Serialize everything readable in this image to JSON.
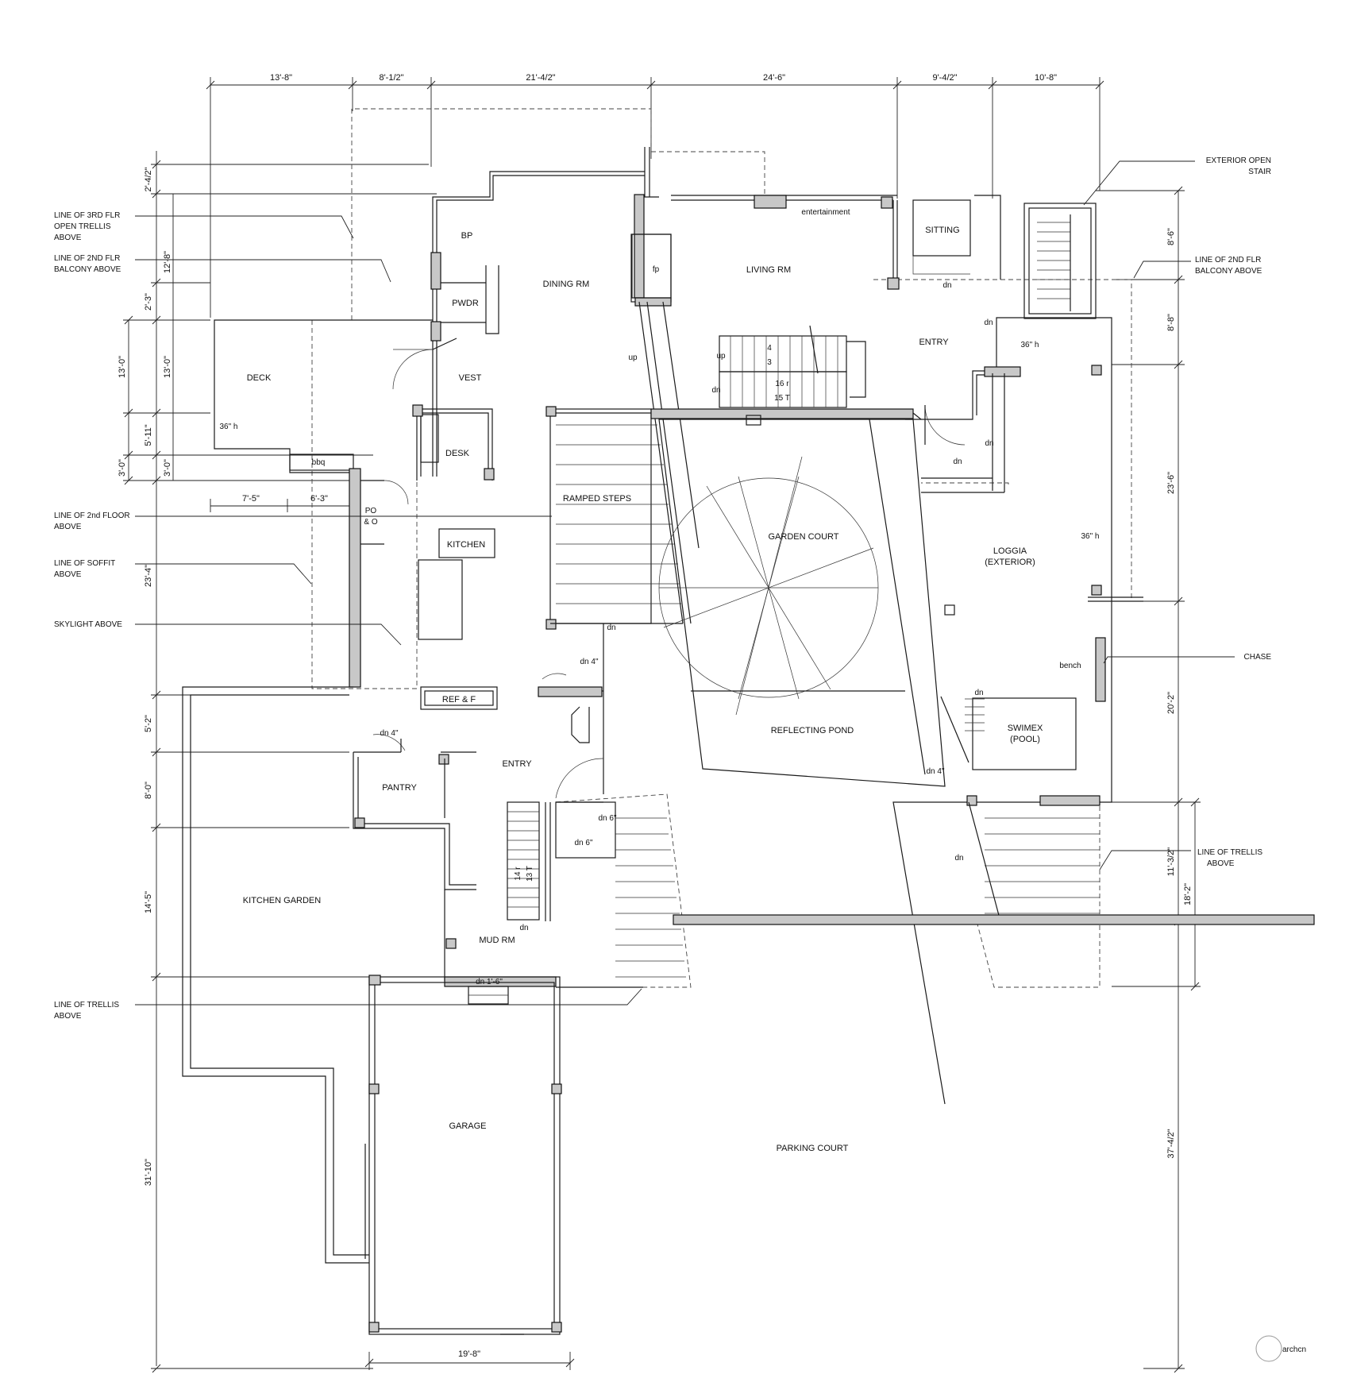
{
  "dimensions": {
    "top": [
      "13'-8\"",
      "8'-1/2\"",
      "21'-4/2\"",
      "24'-6\"",
      "9'-4/2\"",
      "10'-8\""
    ],
    "left": [
      "2'-4/2\"",
      "12'-8\"",
      "2'-3\"",
      "13'-0\"",
      "5'-11\"",
      "3'-0\"",
      "23'-4\"",
      "5'-2\"",
      "8'-0\"",
      "14'-5\"",
      "31'-10\""
    ],
    "left_inner": [
      "13'-0\"",
      "3'-0\""
    ],
    "deck": [
      "7'-5\"",
      "6'-3\""
    ],
    "right": [
      "8'-6\"",
      "8'-8\"",
      "23'-6\"",
      "20'-2\"",
      "11'-3/2\"",
      "18'-2\"",
      "37'-4/2\""
    ],
    "bottom": "19'-8\""
  },
  "rooms": {
    "bp": "BP",
    "pwdr": "PWDR",
    "dining": "DINING RM",
    "living": "LIVING RM",
    "sitting": "SITTING",
    "entry_upper": "ENTRY",
    "deck": "DECK",
    "vest": "VEST",
    "desk": "DESK",
    "kitchen": "KITCHEN",
    "ramped_steps": "RAMPED STEPS",
    "garden_court": "GARDEN COURT",
    "loggia": "LOGGIA",
    "loggia_sub": "(EXTERIOR)",
    "reflecting_pond": "REFLECTING POND",
    "swimex": "SWIMEX",
    "swimex_sub": "(POOL)",
    "pantry": "PANTRY",
    "entry_lower": "ENTRY",
    "kitchen_garden": "KITCHEN GARDEN",
    "mud_rm": "MUD RM",
    "garage": "GARAGE",
    "parking_court": "PARKING COURT",
    "ref": "REF & F",
    "po": "PO",
    "po_sub": "& O"
  },
  "notes": {
    "entertainment": "entertainment",
    "fp": "fp",
    "bbq": "bbq",
    "bench": "bench",
    "h36_deck": "36\" h",
    "h36_entry": "36\" h",
    "h36_loggia": "36\" h",
    "up1": "up",
    "up2": "up",
    "dn_stair": "dn",
    "dn_entry": "dn",
    "dn_r1": "dn",
    "dn_r2": "dn",
    "dn_r3": "dn",
    "dn_ramp": "dn",
    "dn4_a": "dn\n4\"",
    "dn4_b": "dn 4\"",
    "dn4_pond": "dn 4\"",
    "dn_pool": "dn",
    "dn6a": "dn\n6\"",
    "dn6b": "dn 6\"",
    "dn_mud": "dn",
    "dn16": "dn 1'-6\"",
    "dn_trellis": "dn",
    "r4": "4",
    "r3": "3",
    "r16": "16 r",
    "r15": "15 T",
    "r14": "14 r",
    "r13": "13 T"
  },
  "callouts": {
    "trellis3": [
      "LINE OF 3RD FLR",
      "OPEN TRELLIS",
      "ABOVE"
    ],
    "balcony_left": [
      "LINE OF 2ND FLR",
      "BALCONY ABOVE"
    ],
    "second_floor": [
      "LINE OF 2nd FLOOR",
      "ABOVE"
    ],
    "soffit": [
      "LINE OF SOFFIT",
      "ABOVE"
    ],
    "skylight": [
      "SKYLIGHT ABOVE"
    ],
    "trellis_left": [
      "LINE OF TRELLIS",
      "ABOVE"
    ],
    "ext_stair": [
      "EXTERIOR OPEN",
      "STAIR"
    ],
    "balcony_right": [
      "LINE OF 2ND FLR",
      "BALCONY ABOVE"
    ],
    "chase": [
      "CHASE"
    ],
    "trellis_right": [
      "LINE OF TRELLIS",
      "ABOVE"
    ]
  },
  "watermark": "archcn"
}
